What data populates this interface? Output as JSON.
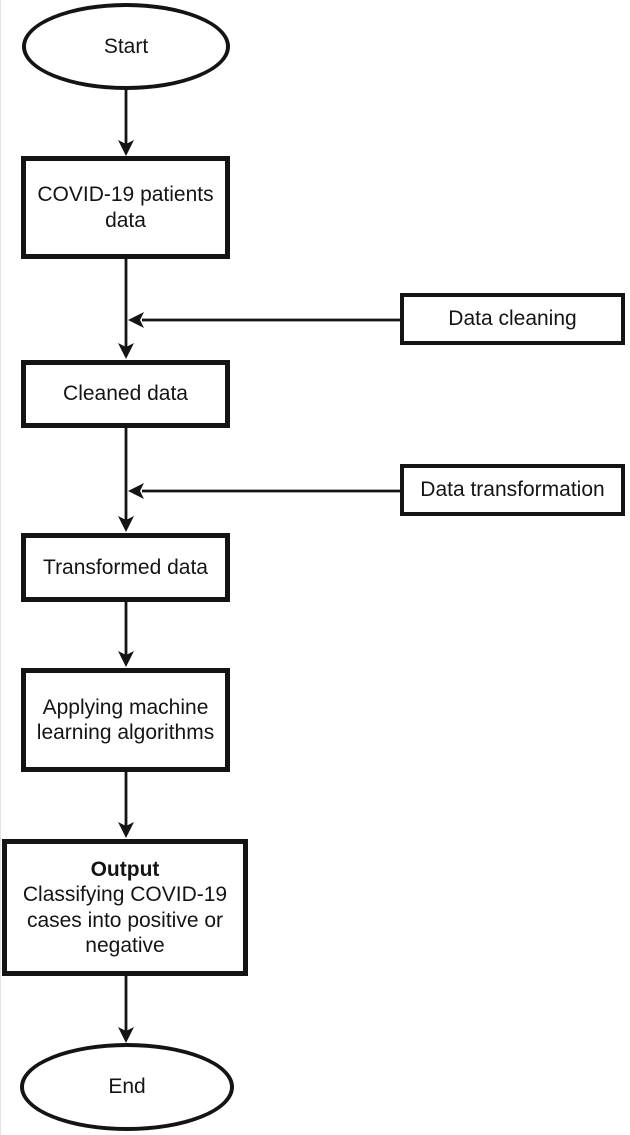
{
  "flowchart": {
    "colors": {
      "stroke": "#141414",
      "node_fill": "#ffffff",
      "background": "#ffffff"
    },
    "nodes": {
      "start": {
        "label": "Start",
        "shape": "ellipse"
      },
      "covid_patients_data": {
        "label": "COVID-19 patients data",
        "shape": "rect"
      },
      "data_cleaning": {
        "label": "Data cleaning",
        "shape": "rect"
      },
      "cleaned_data": {
        "label": "Cleaned data",
        "shape": "rect"
      },
      "data_transformation": {
        "label": "Data transformation",
        "shape": "rect"
      },
      "transformed_data": {
        "label": "Transformed data",
        "shape": "rect"
      },
      "applying_ml": {
        "label": "Applying machine learning algorithms",
        "shape": "rect"
      },
      "output": {
        "title": "Output",
        "body": "Classifying COVID-19 cases into positive or negative",
        "shape": "rect"
      },
      "end": {
        "label": "End",
        "shape": "ellipse"
      }
    },
    "edges": [
      {
        "from": "start",
        "to": "covid_patients_data"
      },
      {
        "from": "covid_patients_data",
        "to": "cleaned_data"
      },
      {
        "from": "data_cleaning",
        "to": "cleaned_data"
      },
      {
        "from": "cleaned_data",
        "to": "transformed_data"
      },
      {
        "from": "data_transformation",
        "to": "transformed_data"
      },
      {
        "from": "transformed_data",
        "to": "applying_ml"
      },
      {
        "from": "applying_ml",
        "to": "output"
      },
      {
        "from": "output",
        "to": "end"
      }
    ]
  }
}
